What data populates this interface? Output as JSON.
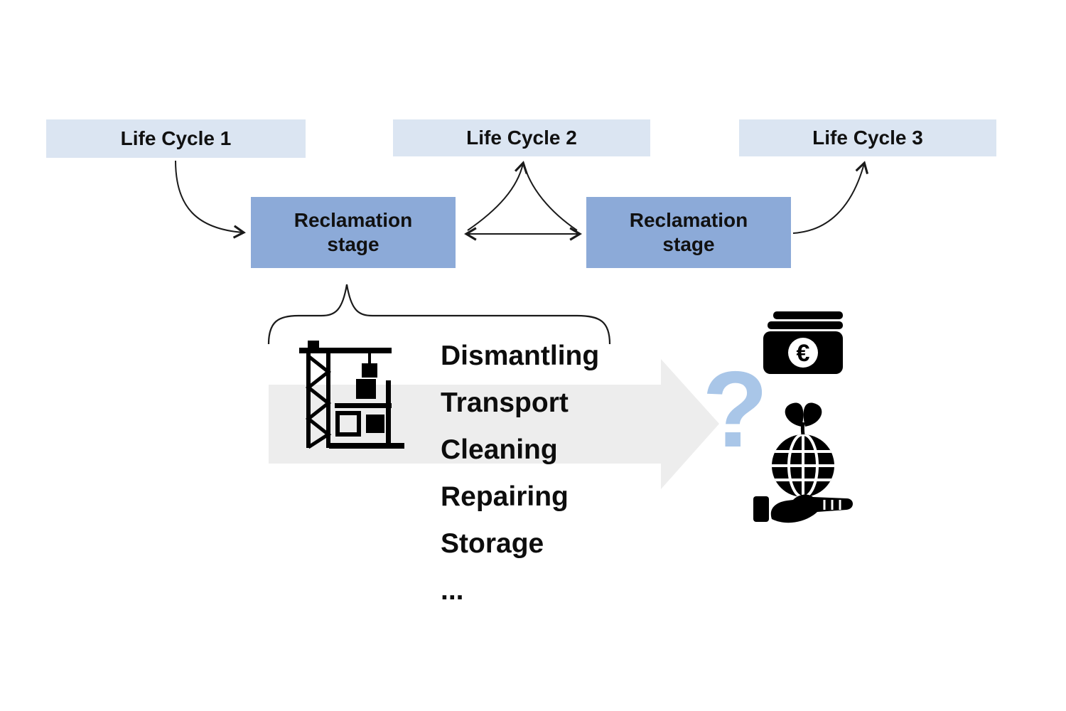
{
  "diagram_title": "reclamation-stage-life-cycle-diagram",
  "colors": {
    "life_cycle_box": "#dbe5f2",
    "reclamation_box": "#8caad8",
    "gray_arrow": "#ededed",
    "question_mark": "#a9c6e8",
    "icon": "#000000",
    "line": "#1a1a1a"
  },
  "life_cycles": [
    {
      "label": "Life Cycle 1"
    },
    {
      "label": "Life Cycle 2"
    },
    {
      "label": "Life Cycle 3"
    }
  ],
  "reclamation": {
    "left_label": "Reclamation stage",
    "right_label": "Reclamation stage"
  },
  "process_steps": [
    "Dismantling",
    "Transport",
    "Cleaning",
    "Repairing",
    "Storage",
    "..."
  ],
  "question_mark": "?",
  "icons": {
    "crane": "construction-crane-icon",
    "money": "money-euro-icon",
    "money_symbol": "€",
    "globe": "globe-sprout-hand-icon"
  }
}
